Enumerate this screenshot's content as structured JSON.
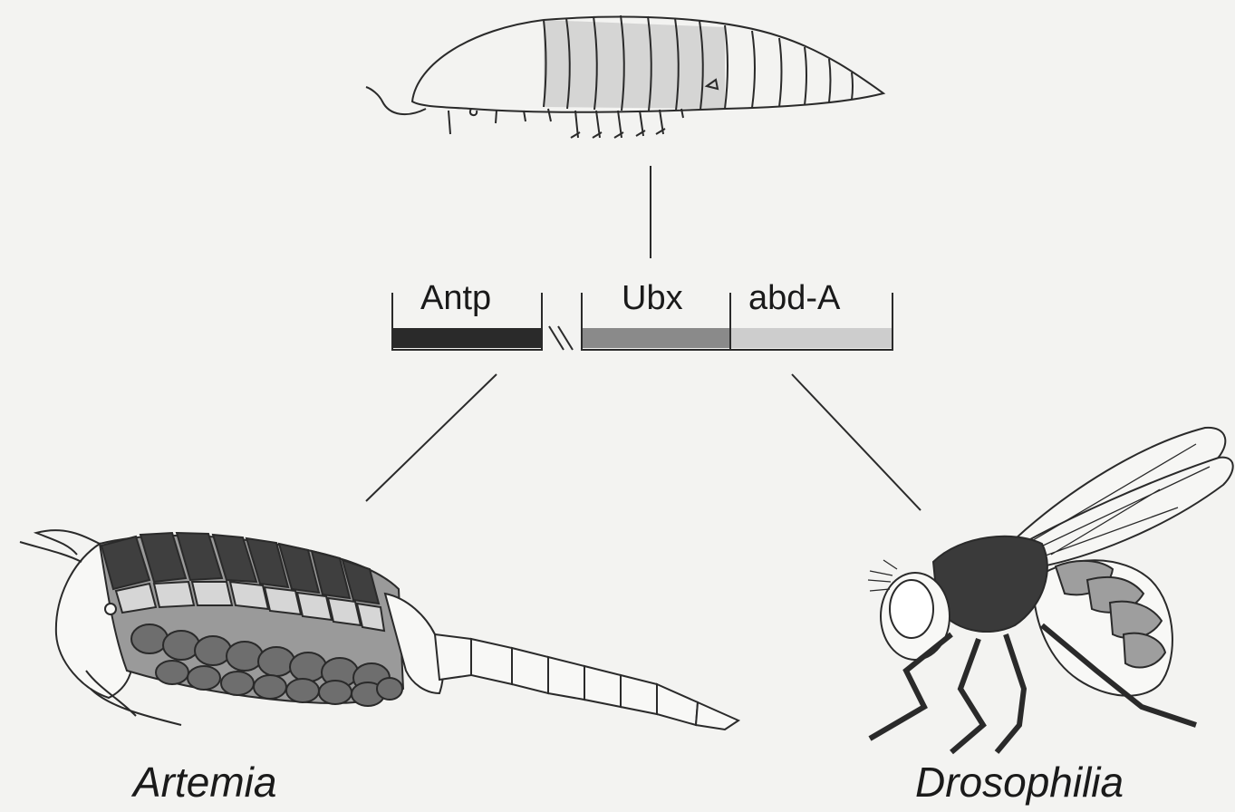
{
  "genes": [
    {
      "key": "antp",
      "label": "Antp",
      "fill": "#2a2a2a"
    },
    {
      "key": "ubx",
      "label": "Ubx",
      "fill": "#8a8a8a"
    },
    {
      "key": "abd_a",
      "label": "abd-A",
      "fill": "#cdcdcd"
    }
  ],
  "species": [
    {
      "key": "artemia",
      "label": "Artemia"
    },
    {
      "key": "drosophila",
      "label": "Drosophilia"
    }
  ],
  "colors": {
    "background": "#f3f3f1",
    "line": "#2a2a2a",
    "dark_segment": "#3a3a3a",
    "mid_segment": "#8a8a8a",
    "light_segment": "#cdcdcd",
    "ancestor_shading": "#c8c8c8"
  }
}
